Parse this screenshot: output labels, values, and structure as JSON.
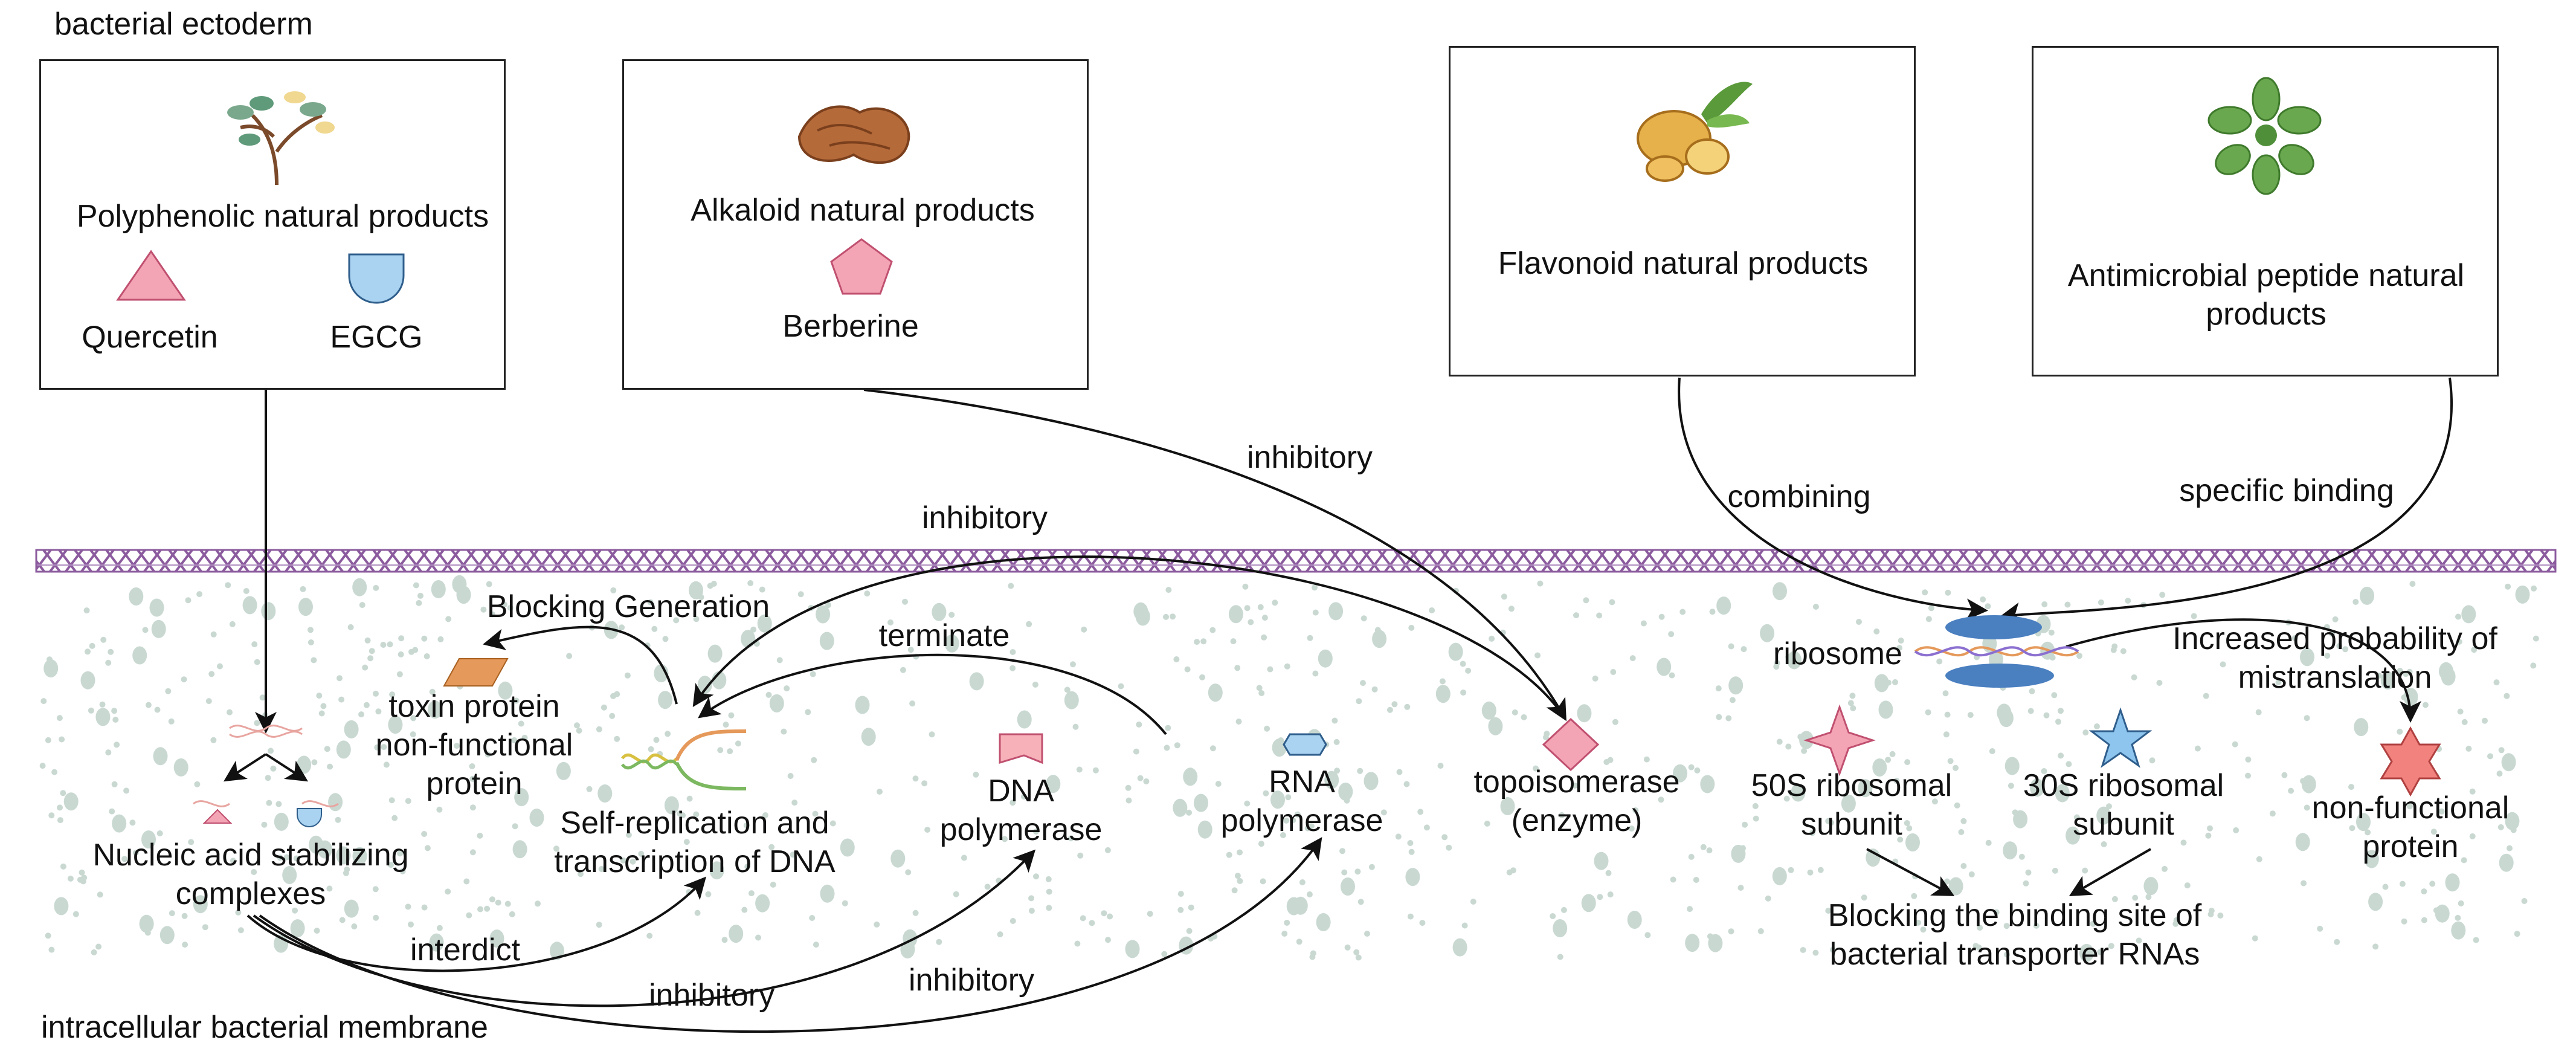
{
  "regions": {
    "outer_label": "bacterial ectoderm",
    "inner_label": "intracellular bacterial membrane"
  },
  "sources": [
    {
      "title": "Polyphenolic natural products",
      "compounds": [
        "Quercetin",
        "EGCG"
      ]
    },
    {
      "title": "Alkaloid natural products",
      "compounds": [
        "Berberine"
      ]
    },
    {
      "title": "Flavonoid natural products",
      "compounds": []
    },
    {
      "title": "Antimicrobial peptide natural products",
      "compounds": []
    }
  ],
  "targets": {
    "nucleic": "Nucleic acid stabilizing complexes",
    "toxin": "toxin protein non-functional protein",
    "dna_replication": "Self-replication and transcription of DNA",
    "dna_polymerase": "DNA polymerase",
    "rna_polymerase": "RNA polymerase",
    "topoisomerase": "topoisomerase (enzyme)",
    "ribosome": "ribosome",
    "s50": "50S ribosomal subunit",
    "s30": "30S ribosomal subunit",
    "nonfunctional": "non-functional protein",
    "blocking_site": "Blocking the binding site of bacterial transporter RNAs"
  },
  "edge_labels": {
    "blocking_generation": "Blocking Generation",
    "terminate": "terminate",
    "inhibitory_top": "inhibitory",
    "inhibitory_berberine": "inhibitory",
    "combining": "combining",
    "specific_binding": "specific binding",
    "mistranslation": "Increased probability of mistranslation",
    "interdict": "interdict",
    "inhibitory_dna_pol": "inhibitory",
    "inhibitory_rna_pol": "inhibitory"
  },
  "colors": {
    "membrane": "#8b5b9e",
    "cytoplasm_dots": "#c9d9d2",
    "quercetin": "#f4a5b5",
    "egcg": "#a9d3f0",
    "berberine": "#f4a5b5",
    "topoisomerase": "#f4a5b5",
    "toxin": "#e5995a",
    "dna_polymerase": "#f7b1b8",
    "rna_polymerase": "#a9d3f0",
    "ribosome": "#4a7fc0",
    "s50_star": "#f4a5b5",
    "s30_star": "#8ec5ee",
    "nonfunctional_star": "#f2827d"
  },
  "icons": [
    "plant-icon",
    "root-icon",
    "ginger-icon",
    "herb-icon",
    "dna-icon",
    "ribosome-icon"
  ]
}
